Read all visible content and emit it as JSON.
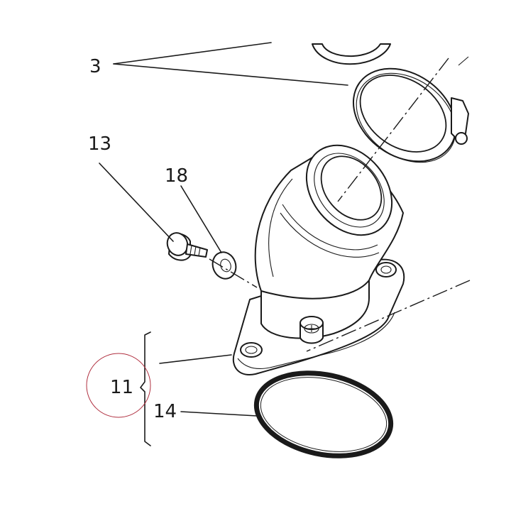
{
  "callouts": {
    "clamp_label": "3",
    "screw_label": "13",
    "washer_label": "18",
    "assembly_label": "11",
    "oring_label": "14"
  },
  "colors": {
    "line": "#1a1a1a",
    "highlight_circle": "#b03040",
    "background": "#ffffff"
  }
}
